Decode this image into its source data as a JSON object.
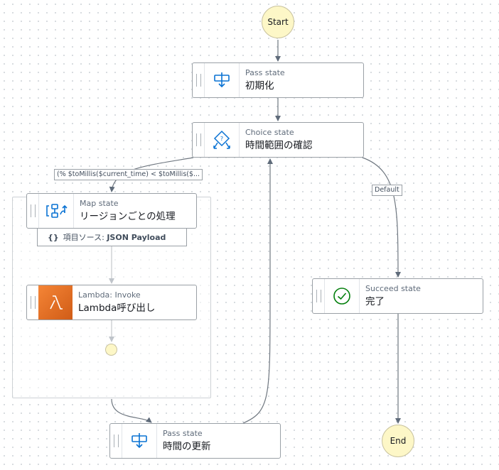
{
  "start_label": "Start",
  "end_label": "End",
  "states": {
    "init": {
      "type": "Pass state",
      "name": "初期化",
      "icon": "pass-icon"
    },
    "choice": {
      "type": "Choice state",
      "name": "時間範囲の確認",
      "icon": "choice-icon"
    },
    "map": {
      "type": "Map state",
      "name": "リージョンごとの処理",
      "icon": "map-icon"
    },
    "lambda": {
      "type": "Lambda: Invoke",
      "name": "Lambda呼び出し",
      "icon": "lambda-icon"
    },
    "succeed": {
      "type": "Succeed state",
      "name": "完了",
      "icon": "check-circle-icon"
    },
    "update": {
      "type": "Pass state",
      "name": "時間の更新",
      "icon": "pass-icon"
    }
  },
  "items_source": {
    "prefix": "項目ソース: ",
    "value": "JSON Payload",
    "brace": "{}"
  },
  "edge_labels": {
    "choice_condition": "(% $toMillis($current_time) < $toMillis($...",
    "default": "Default"
  },
  "colors": {
    "accent": "#0972d3",
    "lambda": "#e96d1f",
    "success": "#037f0c",
    "terminal_fill": "#fdf7c7"
  }
}
